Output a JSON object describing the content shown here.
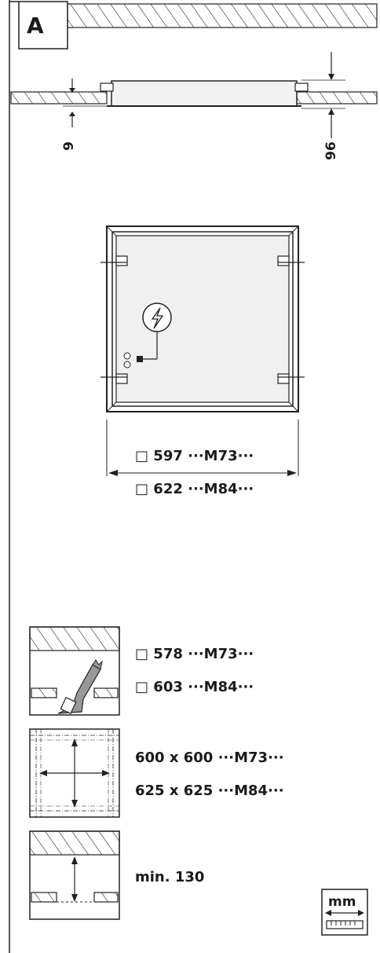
{
  "panel_letter": "A",
  "section_dims": {
    "flange": "9",
    "height": "96"
  },
  "luminaire_dims": [
    {
      "size": "597",
      "model": "···M73···"
    },
    {
      "size": "622",
      "model": "···M84···"
    }
  ],
  "cutout_dims": [
    {
      "size": "578",
      "model": "···M73···"
    },
    {
      "size": "603",
      "model": "···M84···"
    }
  ],
  "grid_dims": [
    {
      "size": "600 x 600",
      "model": "···M73···"
    },
    {
      "size": "625 x 625",
      "model": "···M84···"
    }
  ],
  "clearance": "min. 130",
  "unit": "mm",
  "square_symbol": "□"
}
